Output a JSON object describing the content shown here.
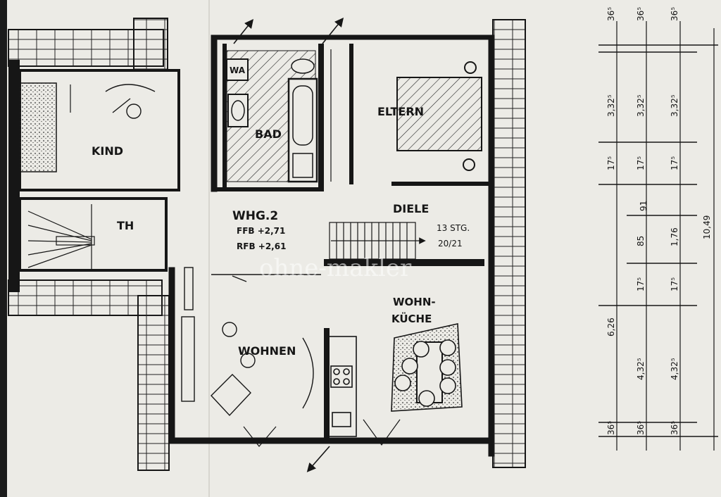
{
  "rooms": {
    "kind": "KIND",
    "th": "TH",
    "bad": "BAD",
    "eltern": "ELTERN",
    "diele": "DIELE",
    "wohnen": "WOHNEN",
    "wohnkueche_1": "WOHN-",
    "wohnkueche_2": "KÜCHE",
    "wa": "WA"
  },
  "unit": {
    "name": "WHG.2",
    "ffb": "FFB +2,71",
    "rfb": "RFB +2,61"
  },
  "stairs": {
    "steps": "13 STG.",
    "ratio": "20/21"
  },
  "watermark": "ohne-makler",
  "dimensions": {
    "col1": [
      "36⁵",
      "3,32⁵",
      "17⁵",
      "6,26",
      "36⁵"
    ],
    "col2": [
      "36⁵",
      "3,32⁵",
      "17⁵",
      "85",
      "17⁵",
      "4,32⁵",
      "36⁵"
    ],
    "col3": [
      "36⁵",
      "3,32⁵",
      "17⁵",
      "91",
      "1,76",
      "17⁵",
      "4,32⁵",
      "36⁵"
    ],
    "col4": [
      "10,49"
    ]
  },
  "colors": {
    "ink": "#161616",
    "paper": "#ecebe6",
    "background": "#1b1b1b"
  }
}
